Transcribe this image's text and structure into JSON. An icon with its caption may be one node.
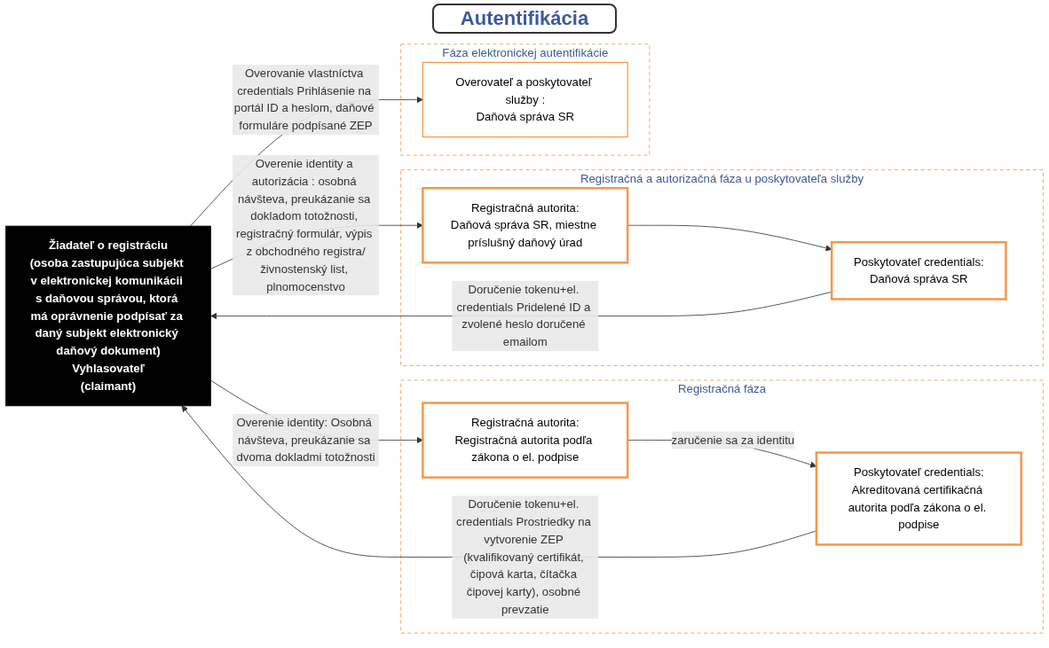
{
  "diagram": {
    "title": "Autentifikácia",
    "nodes": [
      {
        "text": [
          "Žiadateľ o registráciu",
          "(osoba zastupujúca subjekt v elektronickej komunikácii s daňovou správou, ktorá má oprávnenie podpísať za daný subjekt elektronický daňový dokument)",
          "Vyhlasovateľ",
          "(claimant)"
        ]
      },
      {
        "text": [
          "Registračná fáza"
        ]
      },
      {
        "text": [
          "Registračná autorita:",
          "Registračná autorita podľa zákona o el. podpise"
        ],
        "in": 1
      },
      {
        "text": [
          "Poskytovateľ credentials:",
          "Akreditovaná certifikačná autorita podľa zákona o el. podpise"
        ],
        "in": 1
      },
      {
        "text": [
          "Registračná a autorizačná fáza u poskytovateľa služby"
        ]
      },
      {
        "text": [
          "Registračná autorita:",
          "Daňová správa SR, miestne príslušný daňový úrad"
        ],
        "in": 4
      },
      {
        "text": [
          "Poskytovateľ credentials:",
          "Daňová správa SR"
        ],
        "in": 4
      },
      {
        "text": [
          "Fáza elektronickej autentifikácie"
        ]
      },
      {
        "text": [
          "Overovateľ a poskytovateľ služby :",
          "Daňová správa SR"
        ],
        "in": 7
      }
    ],
    "edges": [
      {
        "from": 0,
        "to": 2,
        "arrow": "to",
        "label": "Overenie identity: Osobná návšteva, preukázanie sa dvoma dokladmi totožnosti"
      },
      {
        "from": 2,
        "to": 3,
        "arrow": "to",
        "label": "zaručenie sa za identitu"
      },
      {
        "from": 3,
        "to": 0,
        "arrow": "to",
        "label": "Doručenie tokenu+el. credentials Prostriedky na vytvorenie ZEP (kvalifikovaný certifikát, čipová karta, čítačka čipovej karty), osobné prevzatie"
      },
      {
        "from": 0,
        "to": 5,
        "arrow": "to",
        "label": "Overenie identity a autorizácia : osobná návšteva, preukázanie sa dokladom totožnosti, registračný formulár, výpis z obchodného registra/živnostenský list, plnomocenstvo"
      },
      {
        "from": 5,
        "to": 6,
        "arrow": "to"
      },
      {
        "from": 6,
        "to": 0,
        "arrow": "to",
        "label": "Doručenie tokenu+el. credentials Pridelené ID a zvolené heslo doručené emailom"
      },
      {
        "from": 0,
        "to": 8,
        "arrow": "to",
        "label": "Overovanie vlastníctva credentials Prihlásenie na portál ID a heslom, daňové formuláre podpísané ZEP"
      }
    ]
  }
}
